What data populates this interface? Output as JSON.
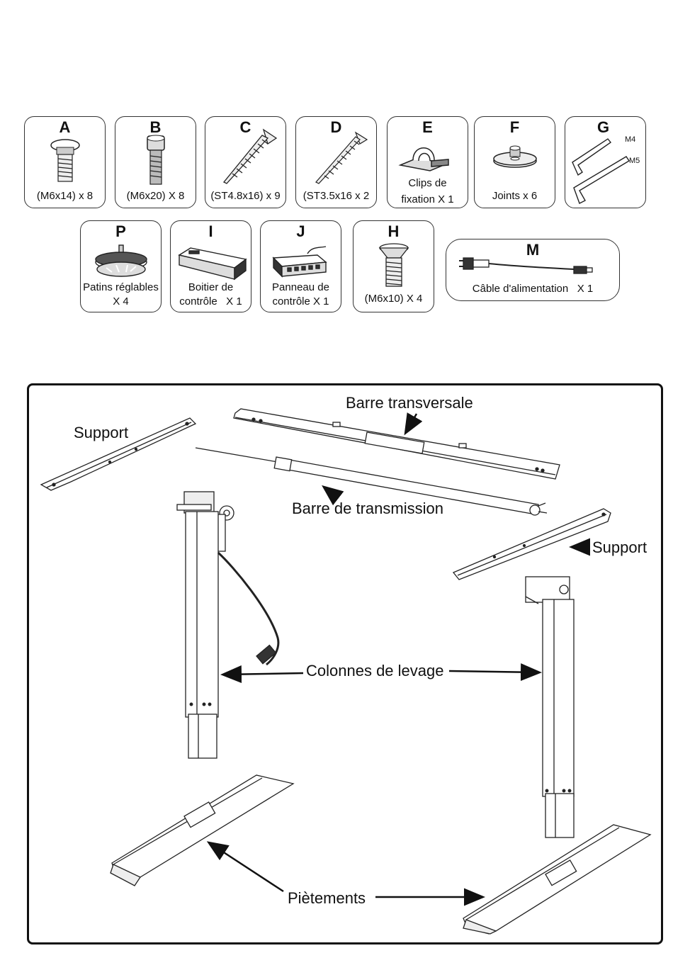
{
  "parts": [
    {
      "letter": "A",
      "caption": "(M6x14) x  8"
    },
    {
      "letter": "B",
      "caption": "(M6x20) X 8"
    },
    {
      "letter": "C",
      "caption": "(ST4.8x16) x 9"
    },
    {
      "letter": "D",
      "caption": "(ST3.5x16  x 2"
    },
    {
      "letter": "E",
      "caption_lines": [
        "Clips de",
        "fixation X 1"
      ]
    },
    {
      "letter": "F",
      "caption": "Joints x 6"
    },
    {
      "letter": "G",
      "labels": [
        "M4",
        "M5"
      ]
    },
    {
      "letter": "P",
      "caption_lines": [
        "Patins réglables",
        "X 4"
      ]
    },
    {
      "letter": "I",
      "caption_lines": [
        "Boitier de",
        "contrôle   X 1"
      ]
    },
    {
      "letter": "J",
      "caption_lines": [
        "Panneau de",
        "contrôle X 1"
      ]
    },
    {
      "letter": "H",
      "caption": "(M6x10) X 4"
    },
    {
      "letter": "M",
      "caption": "Câble d'alimentation   X 1"
    }
  ],
  "diagram": {
    "labels": {
      "support_left": "Support",
      "support_right": "Support",
      "crossbar": "Barre transversale",
      "drive_bar": "Barre de transmission",
      "lifting_columns": "Colonnes de levage",
      "feet": "Piètements"
    }
  }
}
